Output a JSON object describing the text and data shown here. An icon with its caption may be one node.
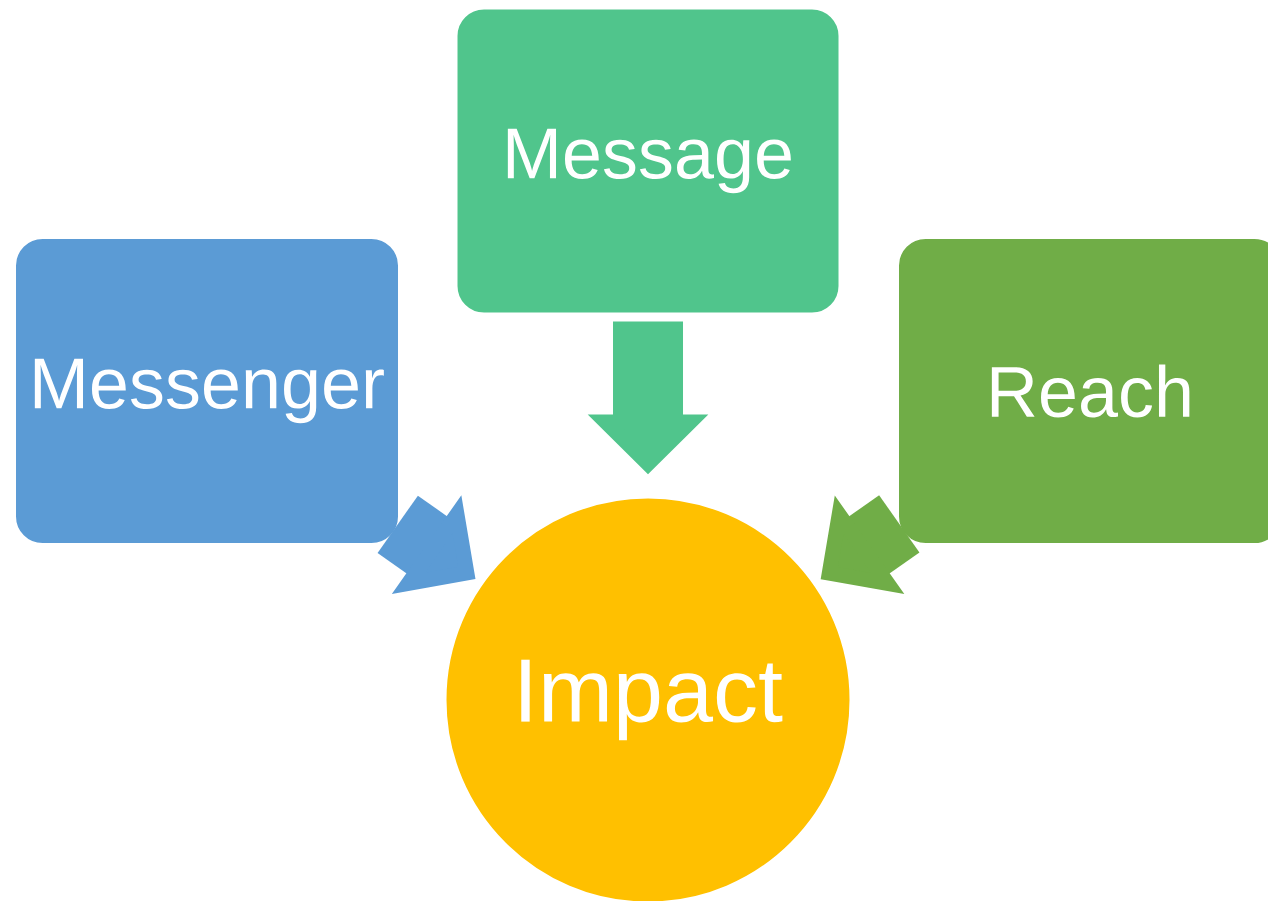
{
  "diagram": {
    "nodes": [
      {
        "text": [
          "Message"
        ]
      },
      {
        "text": [
          "Messenger"
        ]
      },
      {
        "text": [
          "Reach"
        ]
      },
      {
        "text": [
          "Impact"
        ]
      }
    ],
    "edges": [
      {
        "from": 0,
        "to": 3,
        "arrow": "to",
        "color": "#50c58c"
      },
      {
        "from": 1,
        "to": 3,
        "arrow": "to",
        "color": "#5b9bd5"
      },
      {
        "from": 2,
        "to": 3,
        "arrow": "to",
        "color": "#70ad47"
      }
    ]
  }
}
